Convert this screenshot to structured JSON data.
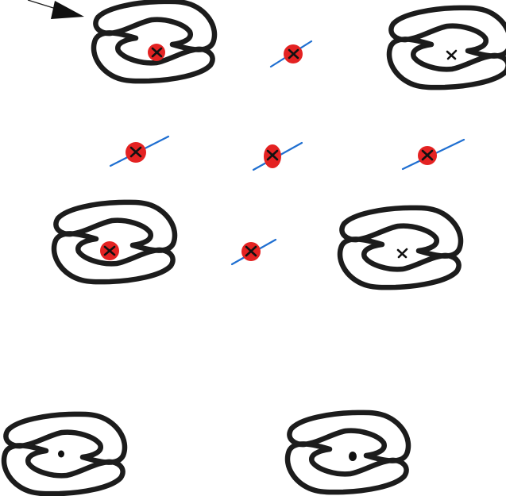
{
  "colors": {
    "background": "#ffffff",
    "outline": "#1c1c1c",
    "red_blob": "#e42222",
    "blue_line": "#1f6fd1",
    "mark": "#111111"
  },
  "icons": {
    "pointer": "arrow-icon",
    "outline_shape": "pinched-c-shape-icon",
    "red_blob": "red-disc-icon",
    "cross": "x-mark-icon",
    "dot": "dot-icon"
  },
  "figures": [
    {
      "name": "shape-a",
      "kind": "shape",
      "center": "red-x"
    },
    {
      "name": "blob-a",
      "kind": "blob"
    },
    {
      "name": "shape-b",
      "kind": "shape",
      "center": "x"
    },
    {
      "name": "blob-b",
      "kind": "blob"
    },
    {
      "name": "blob-c",
      "kind": "blob"
    },
    {
      "name": "blob-d",
      "kind": "blob"
    },
    {
      "name": "shape-c",
      "kind": "shape",
      "center": "red-x"
    },
    {
      "name": "blob-e",
      "kind": "blob"
    },
    {
      "name": "shape-d",
      "kind": "shape",
      "center": "x"
    },
    {
      "name": "shape-e",
      "kind": "shape",
      "center": "dot"
    },
    {
      "name": "shape-f",
      "kind": "shape",
      "center": "dot"
    }
  ]
}
